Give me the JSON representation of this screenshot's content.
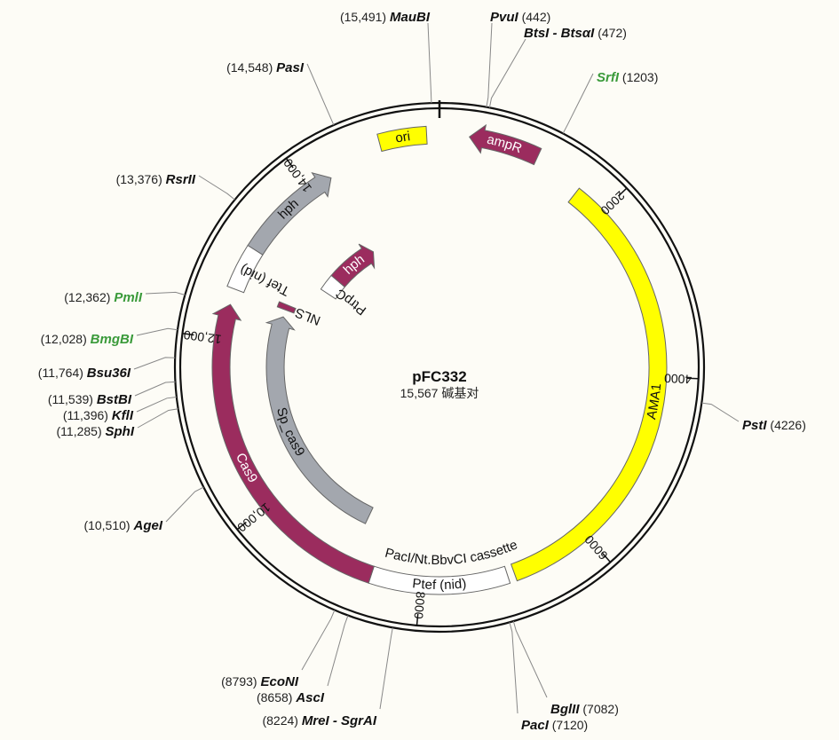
{
  "plasmid": {
    "name": "pFC332",
    "size_label": "15,567 碱基对",
    "length": 15567
  },
  "colors": {
    "yellow": "#ffff00",
    "magenta": "#9b2c5e",
    "gray": "#a3a7ae",
    "white": "#ffffff",
    "green_enzyme": "#3a9a3a"
  },
  "ticks": [
    {
      "pos": 2000,
      "label": "2000"
    },
    {
      "pos": 4000,
      "label": "4000"
    },
    {
      "pos": 6000,
      "label": "6000"
    },
    {
      "pos": 8000,
      "label": "8000"
    },
    {
      "pos": 10000,
      "label": "10,000"
    },
    {
      "pos": 12000,
      "label": "12,000"
    },
    {
      "pos": 14000,
      "label": "14,000"
    }
  ],
  "features": [
    {
      "name": "ori",
      "label": "ori",
      "start": 14920,
      "end": 15430,
      "track": 0,
      "color": "yellow",
      "shape": "box",
      "text_color": "#111"
    },
    {
      "name": "ampR",
      "label": "ampR",
      "start": 320,
      "end": 1080,
      "track": 0,
      "color": "magenta",
      "shape": "arrow-ccw",
      "text_color": "#fff"
    },
    {
      "name": "AMA1",
      "label": "AMA1",
      "start": 1640,
      "end": 6920,
      "track": 1,
      "color": "yellow",
      "shape": "box",
      "text_color": "#111"
    },
    {
      "name": "Ptef",
      "label": "Ptef (nid)",
      "start": 7000,
      "end": 8570,
      "track": 1,
      "color": "white",
      "shape": "box",
      "text_color": "#111"
    },
    {
      "name": "Cas9",
      "label": "Cas9",
      "start": 8570,
      "end": 12400,
      "track": 1,
      "color": "magenta",
      "shape": "arrow-cw",
      "text_color": "#fff"
    },
    {
      "name": "Ttef",
      "label": "Ttef (nid)",
      "start": 12580,
      "end": 13080,
      "track": 1,
      "color": "white",
      "shape": "box",
      "text_color": "#111",
      "outside_label": true
    },
    {
      "name": "hph-outer",
      "label": "hph",
      "start": 13080,
      "end": 14280,
      "track": 1,
      "color": "gray",
      "shape": "arrow-cw",
      "text_color": "#111"
    },
    {
      "name": "Sp_cas9",
      "label": "Sp_cas9",
      "start": 8880,
      "end": 12450,
      "track": 2,
      "color": "gray",
      "shape": "arrow-cw",
      "text_color": "#111"
    },
    {
      "name": "NLS",
      "label": "NLS",
      "start": 12560,
      "end": 12640,
      "track": 2,
      "color": "magenta",
      "shape": "box",
      "text_color": "#111",
      "outside_label": true
    },
    {
      "name": "PtrpC",
      "label": "PtrpC",
      "start": 13120,
      "end": 13420,
      "track": 3,
      "color": "white",
      "shape": "box",
      "text_color": "#111",
      "outside_label": true
    },
    {
      "name": "hph-inner",
      "label": "hph",
      "start": 13420,
      "end": 14280,
      "track": 3,
      "color": "magenta",
      "shape": "arrow-cw",
      "text_color": "#fff"
    }
  ],
  "cassette_label": "PacI/Nt.BbvCI cassette",
  "enzymes": [
    {
      "name": "MauBI",
      "pos_label": "(15,491)",
      "pos": 15491,
      "green": false,
      "side": "left"
    },
    {
      "name": "PvuI",
      "pos_label": "(442)",
      "pos": 442,
      "green": false,
      "side": "right"
    },
    {
      "name": "BtsI - BtsαI",
      "pos_label": "(472)",
      "pos": 472,
      "green": false,
      "side": "right"
    },
    {
      "name": "SrfI",
      "pos_label": "(1203)",
      "pos": 1203,
      "green": true,
      "side": "right"
    },
    {
      "name": "PstI",
      "pos_label": "(4226)",
      "pos": 4226,
      "green": false,
      "side": "right"
    },
    {
      "name": "BglII",
      "pos_label": "(7082)",
      "pos": 7082,
      "green": false,
      "side": "right"
    },
    {
      "name": "PacI",
      "pos_label": "(7120)",
      "pos": 7120,
      "green": false,
      "side": "right"
    },
    {
      "name": "MreI - SgrAI",
      "pos_label": "(8224)",
      "pos": 8224,
      "green": false,
      "side": "left"
    },
    {
      "name": "AscI",
      "pos_label": "(8658)",
      "pos": 8658,
      "green": false,
      "side": "left"
    },
    {
      "name": "EcoNI",
      "pos_label": "(8793)",
      "pos": 8793,
      "green": false,
      "side": "left"
    },
    {
      "name": "AgeI",
      "pos_label": "(10,510)",
      "pos": 10510,
      "green": false,
      "side": "left"
    },
    {
      "name": "SphI",
      "pos_label": "(11,285)",
      "pos": 11285,
      "green": false,
      "side": "left"
    },
    {
      "name": "KflI",
      "pos_label": "(11,396)",
      "pos": 11396,
      "green": false,
      "side": "left"
    },
    {
      "name": "BstBI",
      "pos_label": "(11,539)",
      "pos": 11539,
      "green": false,
      "side": "left"
    },
    {
      "name": "Bsu36I",
      "pos_label": "(11,764)",
      "pos": 11764,
      "green": false,
      "side": "left"
    },
    {
      "name": "BmgBI",
      "pos_label": "(12,028)",
      "pos": 12028,
      "green": true,
      "side": "left"
    },
    {
      "name": "PmlI",
      "pos_label": "(12,362)",
      "pos": 12362,
      "green": true,
      "side": "left"
    },
    {
      "name": "RsrII",
      "pos_label": "(13,376)",
      "pos": 13376,
      "green": false,
      "side": "left"
    },
    {
      "name": "PasI",
      "pos_label": "(14,548)",
      "pos": 14548,
      "green": false,
      "side": "left"
    }
  ]
}
